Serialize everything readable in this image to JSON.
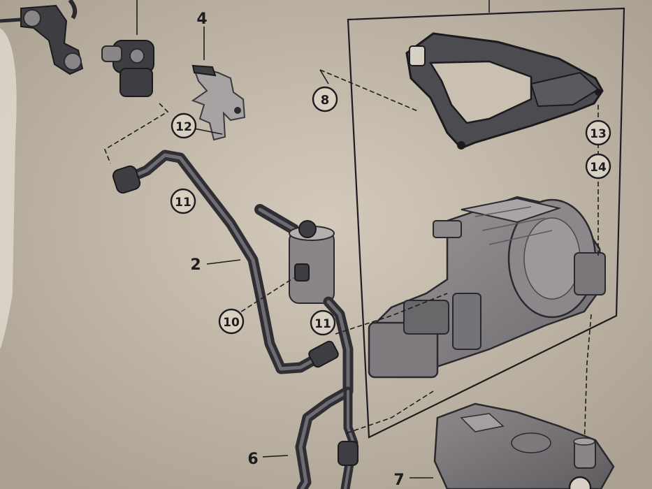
{
  "callouts": {
    "c2": "2",
    "c4": "4",
    "c6": "6",
    "c7": "7",
    "c8": "8",
    "c10": "10",
    "c11a": "11",
    "c11b": "11",
    "c12": "12",
    "c13": "13",
    "c14": "14"
  },
  "colors": {
    "background": "#c9c0b1",
    "line": "#1d1d1f",
    "part_dark": "#3d3d42",
    "part_mid": "#8a8688"
  }
}
